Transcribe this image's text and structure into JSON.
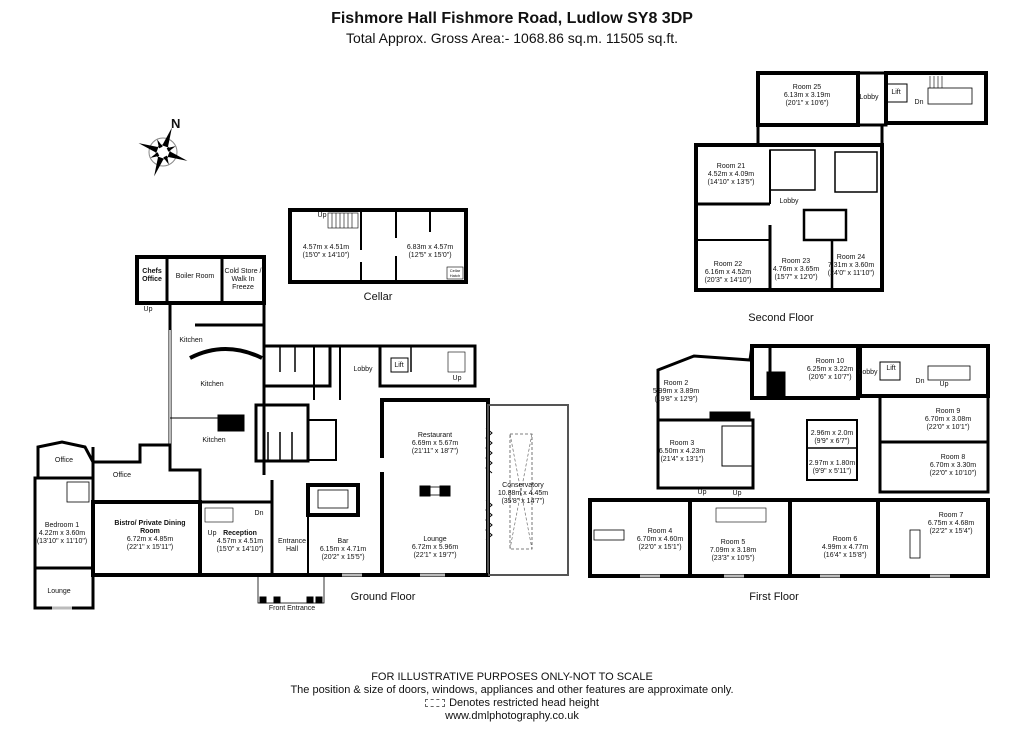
{
  "header": {
    "title": "Fishmore Hall Fishmore Road, Ludlow SY8 3DP",
    "subtitle": "Total Approx. Gross Area:- 1068.86 sq.m. 11505 sq.ft."
  },
  "compass": {
    "label": "N"
  },
  "cellar": {
    "floor_label": "Cellar",
    "rooms": [
      {
        "name": "",
        "metric": "4.57m x 4.51m",
        "imperial": "(15'0\" x 14'10\")"
      },
      {
        "name": "",
        "metric": "6.83m x 4.57m",
        "imperial": "(12'5\" x 15'0\")"
      }
    ],
    "stairs_label": "Up",
    "hatch_label": "Cellar Hatch"
  },
  "ground_floor": {
    "floor_label": "Ground Floor",
    "rooms": [
      {
        "name": "Chefs Office"
      },
      {
        "name": "Boiler Room"
      },
      {
        "name": "Cold Store / Walk In Freeze"
      },
      {
        "name": "Kitchen"
      },
      {
        "name": "Kitchen"
      },
      {
        "name": "Kitchen"
      },
      {
        "name": "Office"
      },
      {
        "name": "Office"
      },
      {
        "name": "Bedroom 1",
        "metric": "4.22m x 3.60m",
        "imperial": "(13'10\" x 11'10\")"
      },
      {
        "name": "Lounge"
      },
      {
        "name": "Bistro/ Private Dining Room",
        "metric": "6.72m x 4.85m",
        "imperial": "(22'1\" x 15'11\")"
      },
      {
        "name": "Reception",
        "metric": "4.57m x 4.51m",
        "imperial": "(15'0\" x 14'10\")"
      },
      {
        "name": "Entrance Hall"
      },
      {
        "name": "Bar",
        "metric": "6.15m x 4.71m",
        "imperial": "(20'2\" x 15'5\")"
      },
      {
        "name": "Lobby"
      },
      {
        "name": "Lift"
      },
      {
        "name": "Restaurant",
        "metric": "6.69m x 5.67m",
        "imperial": "(21'11\" x 18'7\")"
      },
      {
        "name": "Lounge",
        "metric": "6.72m x 5.96m",
        "imperial": "(22'1\" x 19'7\")"
      },
      {
        "name": "Conservatory",
        "metric": "10.88m x 4.45m",
        "imperial": "(35'8\" x 14'7\")"
      }
    ],
    "stairs": {
      "up": "Up",
      "dn": "Dn"
    },
    "front_entrance": "Front Entrance"
  },
  "first_floor": {
    "floor_label": "First Floor",
    "rooms": [
      {
        "name": "Room 2",
        "metric": "5.99m x 3.89m",
        "imperial": "(19'8\" x 12'9\")"
      },
      {
        "name": "Room 10",
        "metric": "6.25m x 3.22m",
        "imperial": "(20'6\" x 10'7\")"
      },
      {
        "name": "Lobby"
      },
      {
        "name": "Lift"
      },
      {
        "name": "Room 9",
        "metric": "6.70m x 3.08m",
        "imperial": "(22'0\" x 10'1\")"
      },
      {
        "name": "Room 3",
        "metric": "6.50m x 4.23m",
        "imperial": "(21'4\" x 13'1\")"
      },
      {
        "name": "",
        "metric": "2.96m x 2.0m",
        "imperial": "(9'9\" x 6'7\")"
      },
      {
        "name": "",
        "metric": "2.97m x 1.80m",
        "imperial": "(9'9\" x 5'11\")"
      },
      {
        "name": "Room 8",
        "metric": "6.70m x 3.30m",
        "imperial": "(22'0\" x 10'10\")"
      },
      {
        "name": "Room 4",
        "metric": "6.70m x 4.60m",
        "imperial": "(22'0\" x 15'1\")"
      },
      {
        "name": "Room 5",
        "metric": "7.09m x 3.18m",
        "imperial": "(23'3\" x 10'5\")"
      },
      {
        "name": "Room 6",
        "metric": "4.99m x 4.77m",
        "imperial": "(16'4\" x 15'8\")"
      },
      {
        "name": "Room 7",
        "metric": "6.75m x 4.68m",
        "imperial": "(22'2\" x 15'4\")"
      }
    ],
    "stairs": {
      "up": "Up",
      "dn": "Dn"
    }
  },
  "second_floor": {
    "floor_label": "Second Floor",
    "rooms": [
      {
        "name": "Room 25",
        "metric": "6.13m x 3.19m",
        "imperial": "(20'1\" x 10'6\")"
      },
      {
        "name": "Lobby"
      },
      {
        "name": "Lift"
      },
      {
        "name": "Room 21",
        "metric": "4.52m x 4.09m",
        "imperial": "(14'10\" x 13'5\")"
      },
      {
        "name": "Lobby"
      },
      {
        "name": "Room 22",
        "metric": "6.16m x 4.52m",
        "imperial": "(20'3\" x 14'10\")"
      },
      {
        "name": "Room 23",
        "metric": "4.76m x 3.65m",
        "imperial": "(15'7\" x 12'0\")"
      },
      {
        "name": "Room 24",
        "metric": "7.31m x 3.60m",
        "imperial": "(24'0\" x 11'10\")"
      }
    ],
    "stairs": {
      "dn": "Dn"
    }
  },
  "footer": {
    "disclaimer": "FOR ILLUSTRATIVE PURPOSES ONLY-NOT TO SCALE",
    "note": "The position & size of doors, windows, appliances and other features are approximate only.",
    "legend": "Denotes restricted head height",
    "website": "www.dmlphotography.co.uk"
  },
  "colors": {
    "wall": "#000000",
    "window": "#b8b8b8",
    "background": "#ffffff",
    "text": "#111111"
  }
}
